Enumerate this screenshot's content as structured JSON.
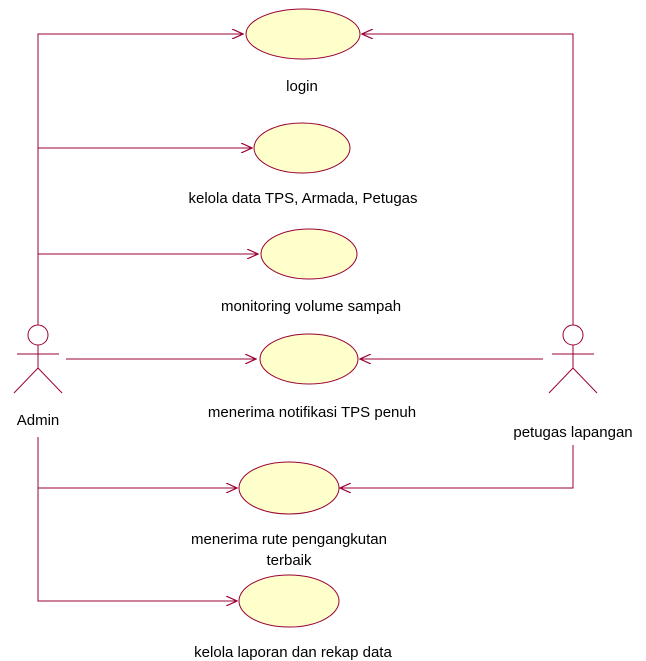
{
  "diagram": {
    "type": "use-case",
    "colors": {
      "line": "#990033",
      "usecase_fill": "#FFFFCC",
      "usecase_stroke": "#990033",
      "actor_stroke": "#990033",
      "text": "#000000"
    },
    "actors": [
      {
        "id": "admin",
        "label": "Admin"
      },
      {
        "id": "petugas",
        "label": "petugas lapangan"
      }
    ],
    "use_cases": [
      {
        "id": "login",
        "label": "login"
      },
      {
        "id": "kelola-data",
        "label": "kelola data TPS, Armada, Petugas"
      },
      {
        "id": "monitoring",
        "label": "monitoring volume sampah"
      },
      {
        "id": "notifikasi",
        "label": "menerima notifikasi TPS penuh"
      },
      {
        "id": "rute",
        "label_lines": [
          "menerima rute pengangkutan",
          "terbaik"
        ]
      },
      {
        "id": "laporan",
        "label": "kelola laporan dan rekap data"
      }
    ],
    "associations": [
      {
        "from": "admin",
        "to": "login"
      },
      {
        "from": "admin",
        "to": "kelola-data"
      },
      {
        "from": "admin",
        "to": "monitoring"
      },
      {
        "from": "admin",
        "to": "notifikasi"
      },
      {
        "from": "admin",
        "to": "rute"
      },
      {
        "from": "admin",
        "to": "laporan"
      },
      {
        "from": "petugas",
        "to": "login"
      },
      {
        "from": "petugas",
        "to": "notifikasi"
      },
      {
        "from": "petugas",
        "to": "rute"
      }
    ]
  }
}
